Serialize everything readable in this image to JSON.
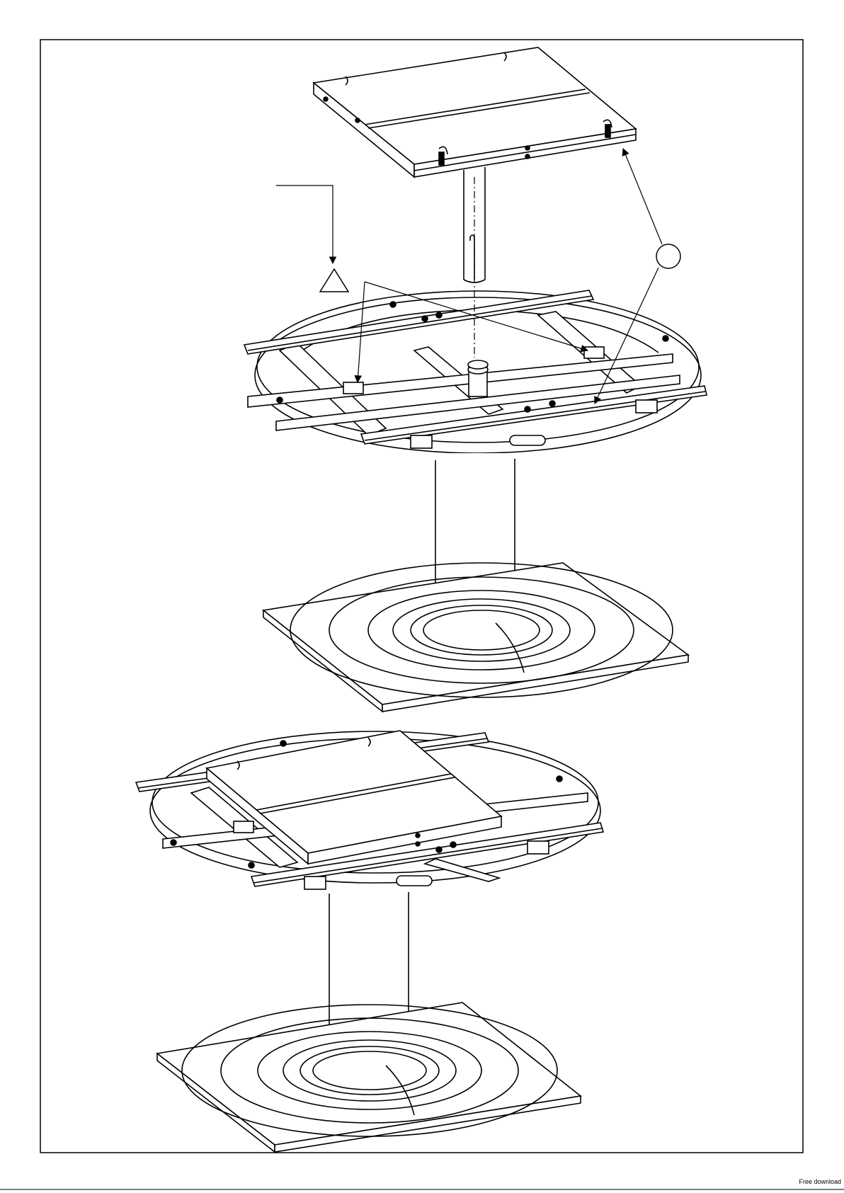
{
  "page": {
    "background_color": "#ffffff",
    "line_color": "#000000",
    "footer_text": "Free download"
  },
  "callouts": [
    {
      "name": "circle-callout",
      "label": ""
    },
    {
      "name": "triangle-callout",
      "label": ""
    }
  ]
}
